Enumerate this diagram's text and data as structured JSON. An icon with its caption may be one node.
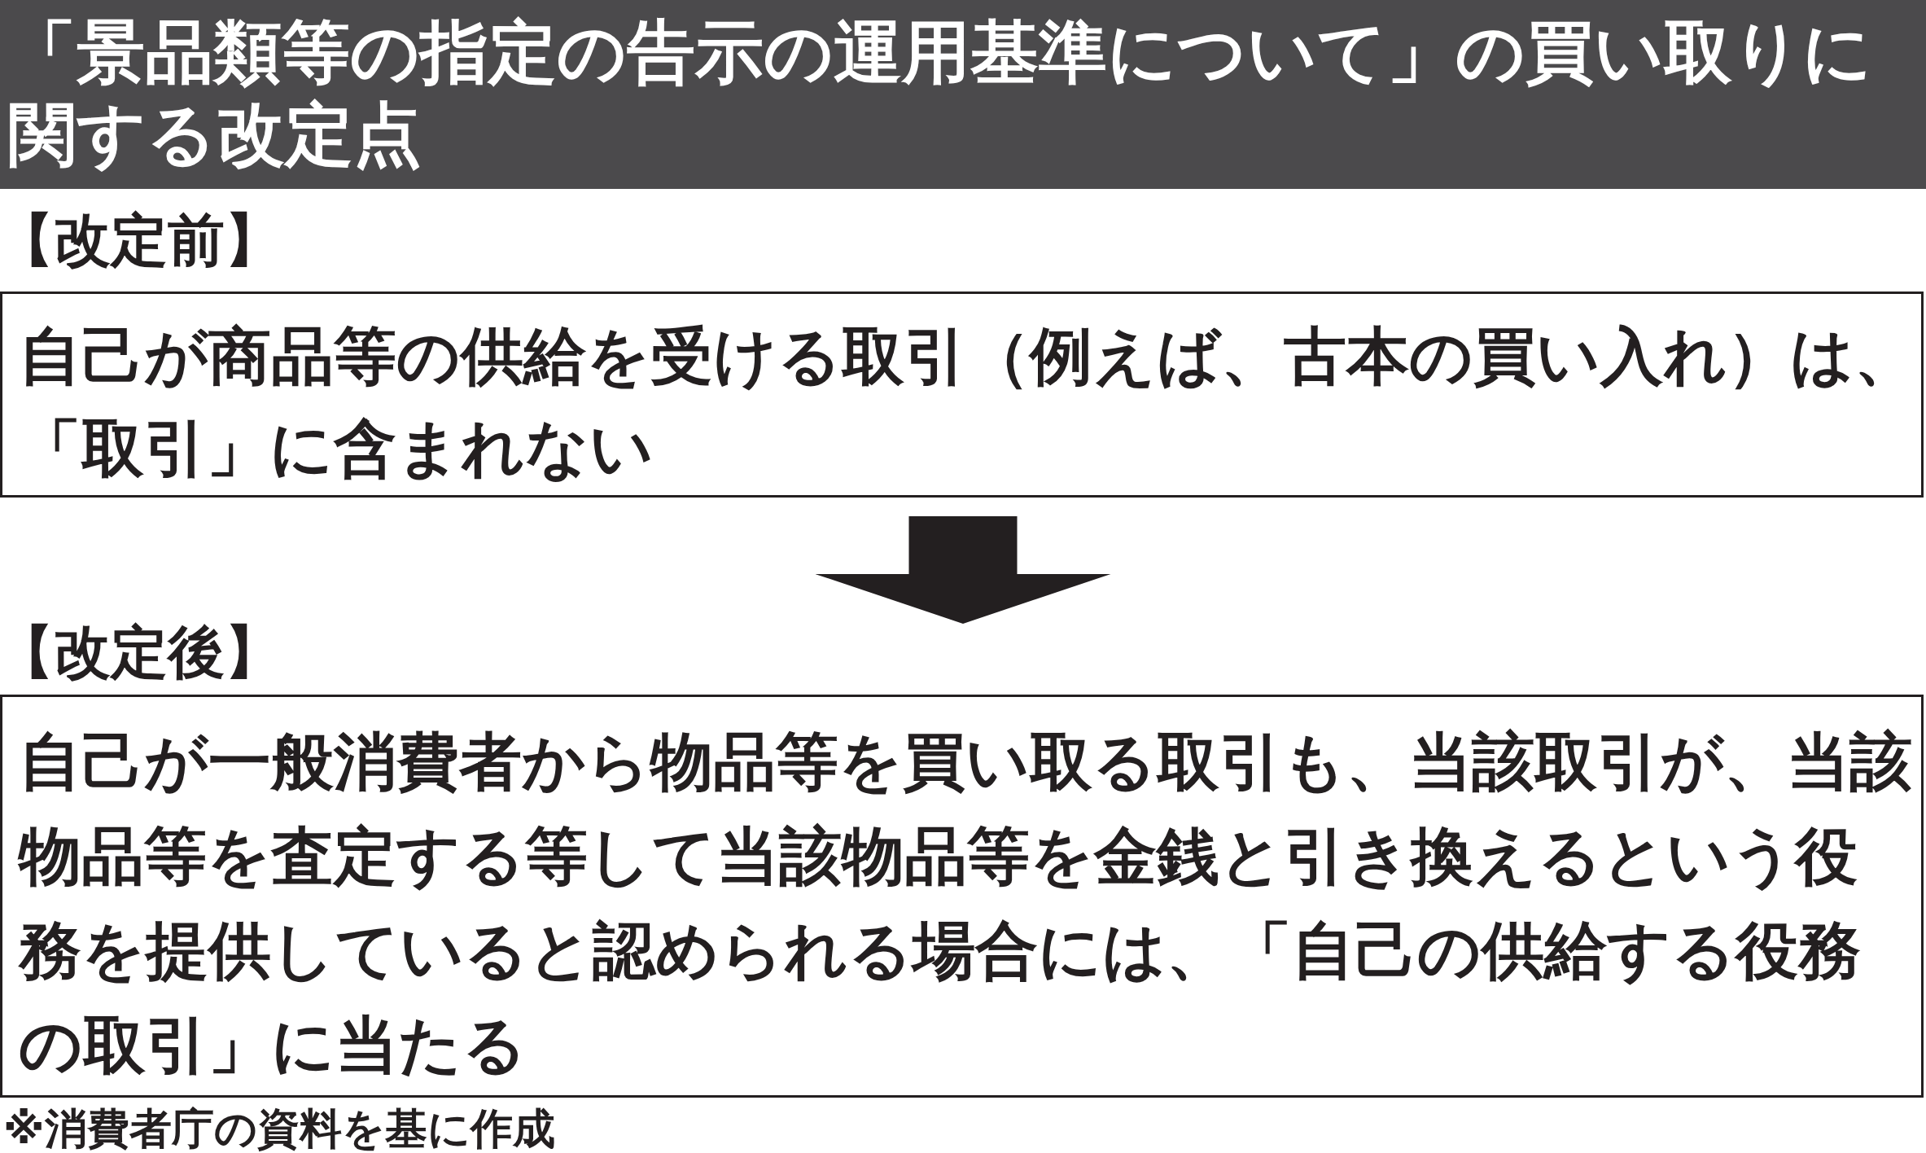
{
  "diagram": {
    "title": "「景品類等の指定の告示の運用基準について」の買い取りに関する改定点",
    "nodes": [
      {
        "text": [
          "【改定前】",
          "自己が商品等の供給を受ける取引（例えば、古本の買い入れ）は、「取引」に含まれない"
        ]
      },
      {
        "text": [
          "【改定後】",
          "自己が一般消費者から物品等を買い取る取引も、当該取引が、当該物品等を査定する等して当該物品等を金銭と引き換えるという役務を提供していると認められる場合には、「自己の供給する役務の取引」に当たる"
        ]
      }
    ],
    "edges": [
      {
        "from": 0,
        "to": 1,
        "arrow": "to"
      }
    ],
    "caption": "※消費者庁の資料を基に作成"
  }
}
